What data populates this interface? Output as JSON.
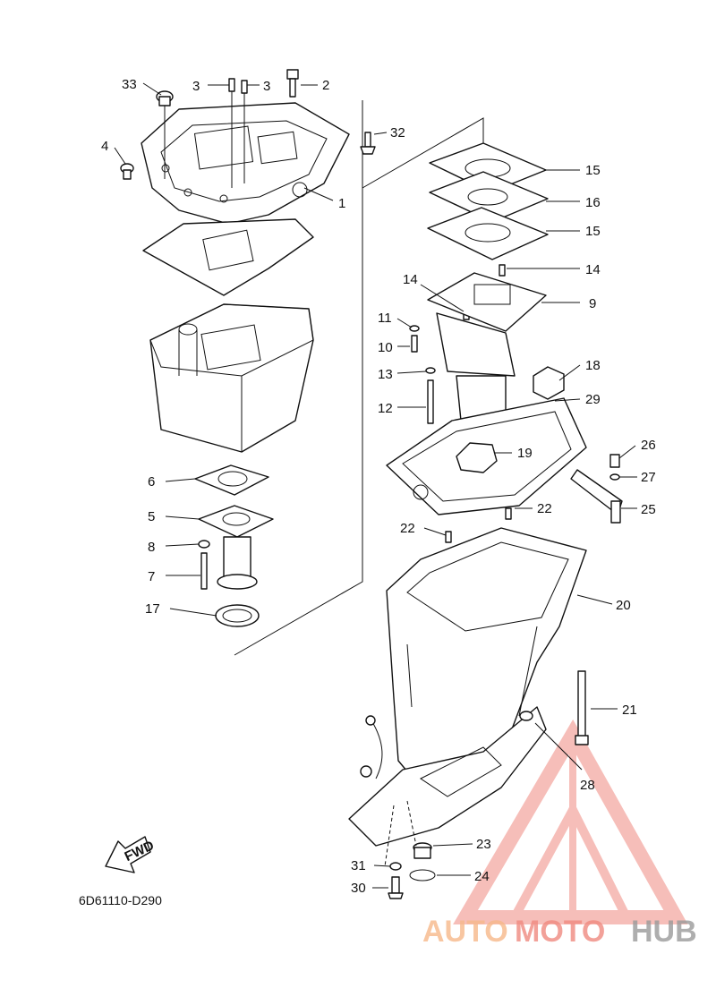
{
  "diagram": {
    "code": "6D61110-D290",
    "direction_label": "FWD",
    "callouts": [
      {
        "id": "c33",
        "text": "33"
      },
      {
        "id": "c3a",
        "text": "3"
      },
      {
        "id": "c3b",
        "text": "3"
      },
      {
        "id": "c2",
        "text": "2"
      },
      {
        "id": "c32",
        "text": "32"
      },
      {
        "id": "c4",
        "text": "4"
      },
      {
        "id": "c1",
        "text": "1"
      },
      {
        "id": "c15a",
        "text": "15"
      },
      {
        "id": "c16",
        "text": "16"
      },
      {
        "id": "c15b",
        "text": "15"
      },
      {
        "id": "c14a",
        "text": "14"
      },
      {
        "id": "c14b",
        "text": "14"
      },
      {
        "id": "c9",
        "text": "9"
      },
      {
        "id": "c11",
        "text": "11"
      },
      {
        "id": "c10",
        "text": "10"
      },
      {
        "id": "c13",
        "text": "13"
      },
      {
        "id": "c18",
        "text": "18"
      },
      {
        "id": "c12",
        "text": "12"
      },
      {
        "id": "c29",
        "text": "29"
      },
      {
        "id": "c26",
        "text": "26"
      },
      {
        "id": "c19",
        "text": "19"
      },
      {
        "id": "c27",
        "text": "27"
      },
      {
        "id": "c6",
        "text": "6"
      },
      {
        "id": "c25",
        "text": "25"
      },
      {
        "id": "c5",
        "text": "5"
      },
      {
        "id": "c22a",
        "text": "22"
      },
      {
        "id": "c22b",
        "text": "22"
      },
      {
        "id": "c8",
        "text": "8"
      },
      {
        "id": "c7",
        "text": "7"
      },
      {
        "id": "c20",
        "text": "20"
      },
      {
        "id": "c17",
        "text": "17"
      },
      {
        "id": "c21",
        "text": "21"
      },
      {
        "id": "c28",
        "text": "28"
      },
      {
        "id": "c23",
        "text": "23"
      },
      {
        "id": "c31",
        "text": "31"
      },
      {
        "id": "c24",
        "text": "24"
      },
      {
        "id": "c30",
        "text": "30"
      }
    ]
  },
  "watermark": {
    "part1": "AUTO",
    "part2": "MOTO",
    "part3": "HUB",
    "color_light": "#f7b98a",
    "color_red": "#f08a80",
    "color_gray": "#9a9a9a"
  }
}
